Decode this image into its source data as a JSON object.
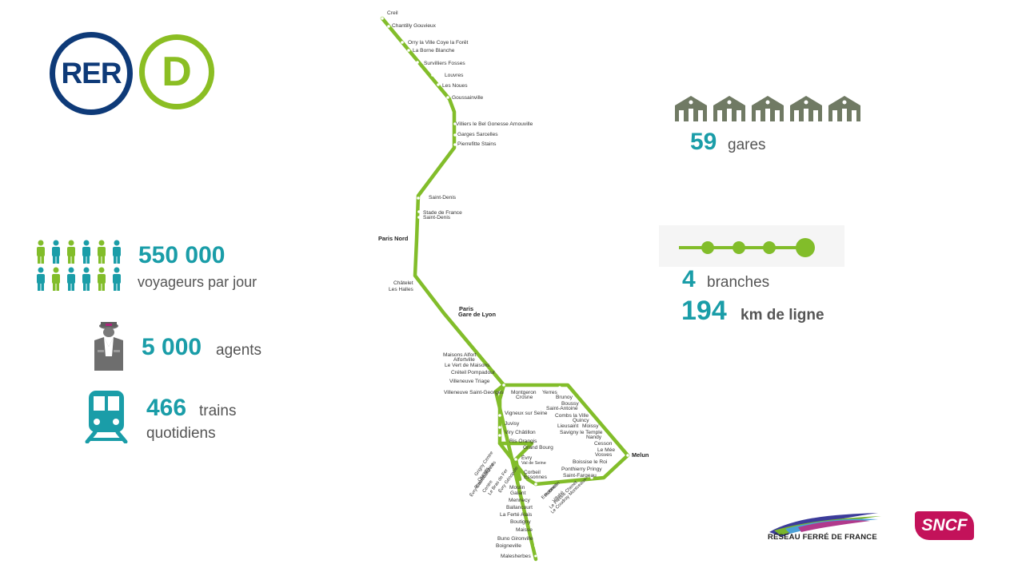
{
  "logos": {
    "rer": "RER",
    "line": "D",
    "rff": "RÉSEAU FERRÉ DE FRANCE",
    "sncf": "SNCF"
  },
  "colors": {
    "line_green": "#82bd2a",
    "rer_blue": "#0e3a78",
    "stat_teal": "#1a9da8",
    "sncf_magenta": "#c3125a"
  },
  "stats": {
    "stations": {
      "value": "59",
      "label": "gares",
      "icon": "station-building-icon"
    },
    "branches": {
      "value": "4",
      "label": "branches",
      "icon": "line-branches-icon"
    },
    "length": {
      "value": "194",
      "label": "km de ligne"
    },
    "travellers": {
      "value": "550 000",
      "label": "voyageurs par jour",
      "icon": "people-icon"
    },
    "agents": {
      "value": "5 000",
      "label": "agents",
      "icon": "agent-icon"
    },
    "trains": {
      "value": "466",
      "label_line1": "trains",
      "label_line2": "quotidiens",
      "icon": "train-icon"
    }
  },
  "map": {
    "bold_labels": [
      "Paris Nord",
      "Paris",
      "Gare de Lyon",
      "Melun"
    ],
    "stations_north": [
      "Creil",
      "Chantilly Gouvieux",
      "Orry la Ville Coye la Forêt",
      "La Borne Blanche",
      "Survilliers Fosses",
      "Louvres",
      "Les Noues",
      "Goussainville",
      "Villiers le Bel Gonesse Arnouville",
      "Garges Sarcelles",
      "Pierrefitte Stains",
      "Saint-Denis",
      "Stade de France",
      "Saint-Denis",
      "Châtelet",
      "Les Halles"
    ],
    "stations_south": [
      "Maisons Alfort",
      "Alfortville",
      "Le Vert de Maisons",
      "Créteil Pompadour",
      "Villeneuve Triage",
      "Villeneuve Saint-Georges",
      "Montgeron",
      "Crosne",
      "Yerres",
      "Brunoy",
      "Boussy",
      "Saint-Antoine",
      "Combs la Ville",
      "Quincy",
      "Lieusaint",
      "Moissy",
      "Savigny le Temple",
      "Nandy",
      "Cesson",
      "Le Mée",
      "Vosves",
      "Vigneux sur Seine",
      "Juvisy",
      "Viry Châtillon",
      "Ris Orangis",
      "Grand Bourg",
      "Évry",
      "Val de Seine",
      "Boissise le Roi",
      "Ponthierry Pringy",
      "Saint-Fargeau",
      "Corbeil",
      "Essonnes",
      "Grigny Centre",
      "Orangis",
      "Bois de l'Épine",
      "Évry Courcouronnes",
      "Centre",
      "Le Bras de Fer",
      "Évry Génopole",
      "Moulin",
      "Galant",
      "Mennecy",
      "Ballancourt",
      "La Ferté Alais",
      "Boutigny",
      "Maisse",
      "Buno Gironville",
      "Boigneville",
      "Malesherbes",
      "Essonnes",
      "Robinson",
      "Villabé",
      "Le Plessis Chenet",
      "Le Coudray Montceaux"
    ]
  }
}
